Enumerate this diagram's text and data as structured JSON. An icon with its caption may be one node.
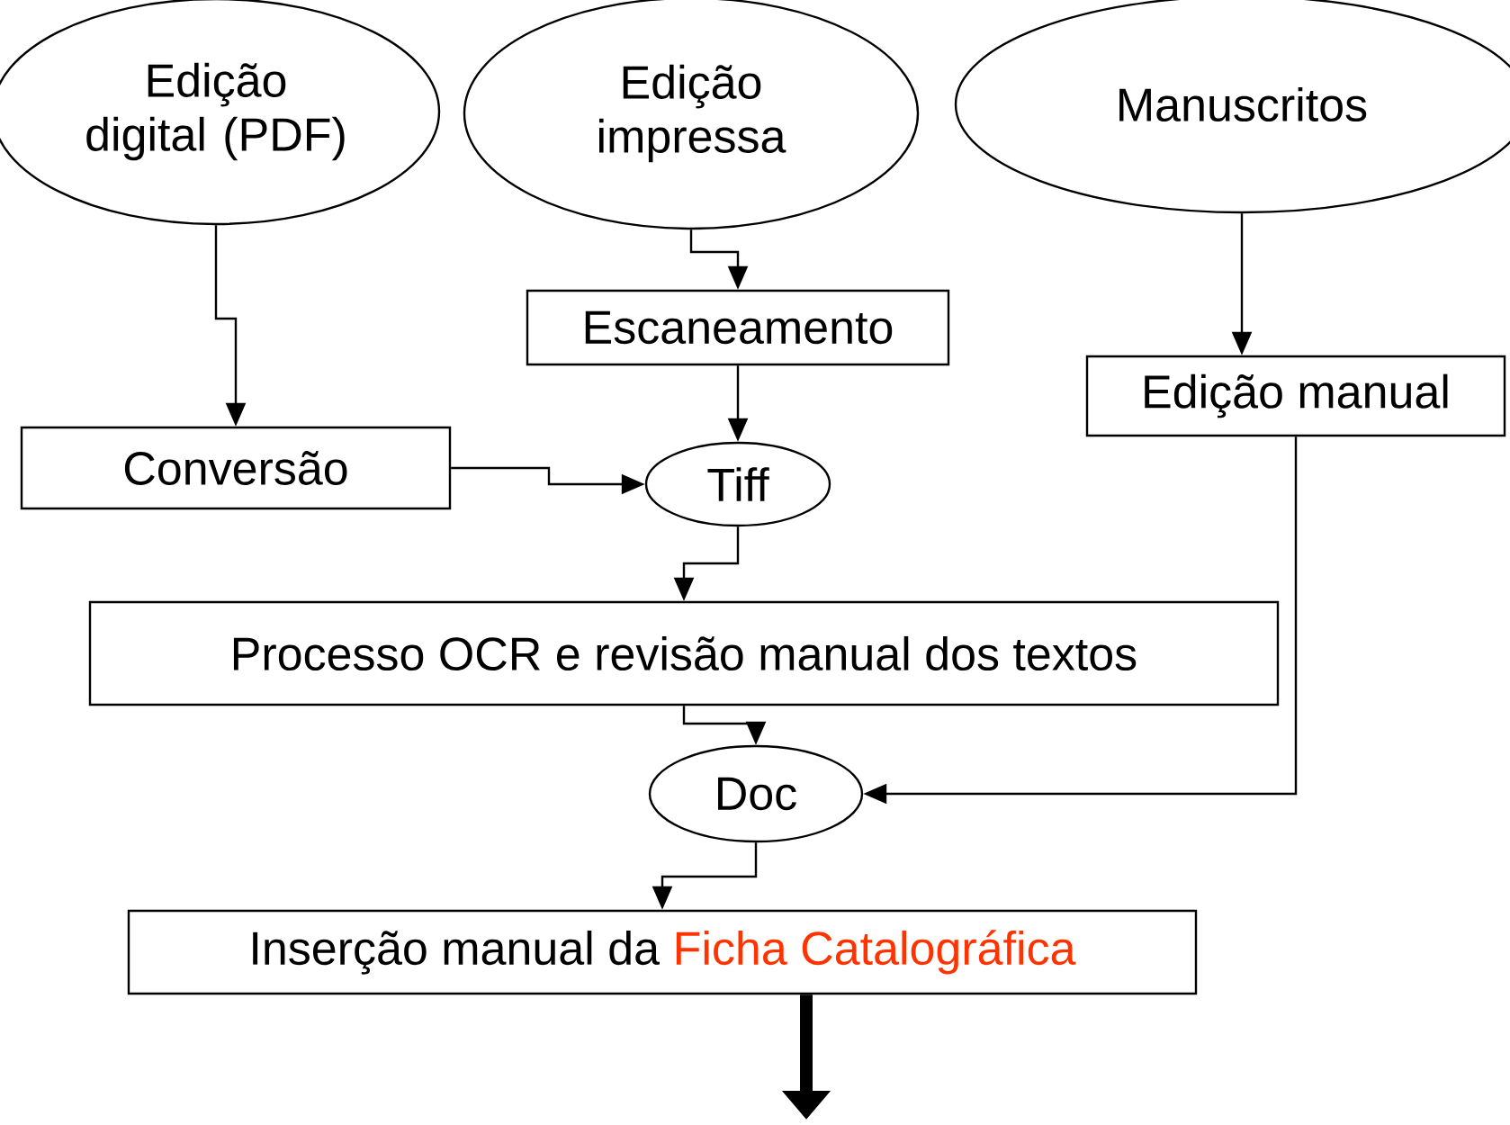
{
  "diagram": {
    "nodes": [
      {
        "text": [
          "Edição digital (PDF)"
        ]
      },
      {
        "text": [
          "Edição impressa"
        ]
      },
      {
        "text": [
          "Manuscritos"
        ]
      },
      {
        "text": [
          "Escaneamento"
        ]
      },
      {
        "text": [
          "Edição manual"
        ]
      },
      {
        "text": [
          "Conversão"
        ]
      },
      {
        "text": [
          "Tiff"
        ]
      },
      {
        "text": [
          "Processo OCR e revisão manual dos textos"
        ]
      },
      {
        "text": [
          "Doc"
        ]
      },
      {
        "text": [
          "Inserção manual da",
          "Ficha Catalográfica"
        ]
      }
    ],
    "edges": [
      {
        "from": 0,
        "to": 5,
        "arrow": "to"
      },
      {
        "from": 1,
        "to": 3,
        "arrow": "to"
      },
      {
        "from": 3,
        "to": 6,
        "arrow": "to"
      },
      {
        "from": 5,
        "to": 6,
        "arrow": "to"
      },
      {
        "from": 2,
        "to": 4,
        "arrow": "to"
      },
      {
        "from": 6,
        "to": 7,
        "arrow": "to"
      },
      {
        "from": 7,
        "to": 8,
        "arrow": "to"
      },
      {
        "from": 4,
        "to": 8,
        "arrow": "to"
      },
      {
        "from": 8,
        "to": 9,
        "arrow": "to"
      },
      {
        "from": 9,
        "to": null,
        "arrow": "to",
        "style": "thick"
      }
    ]
  }
}
